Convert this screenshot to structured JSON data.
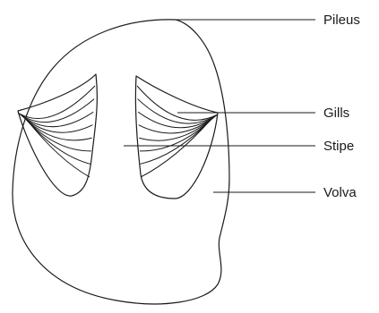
{
  "labels": {
    "pileus": "Pileus",
    "gills": "Gills",
    "stipe": "Stipe",
    "volva": "Volva"
  },
  "colors": {
    "stroke": "#1a1a1a",
    "background": "#ffffff"
  }
}
